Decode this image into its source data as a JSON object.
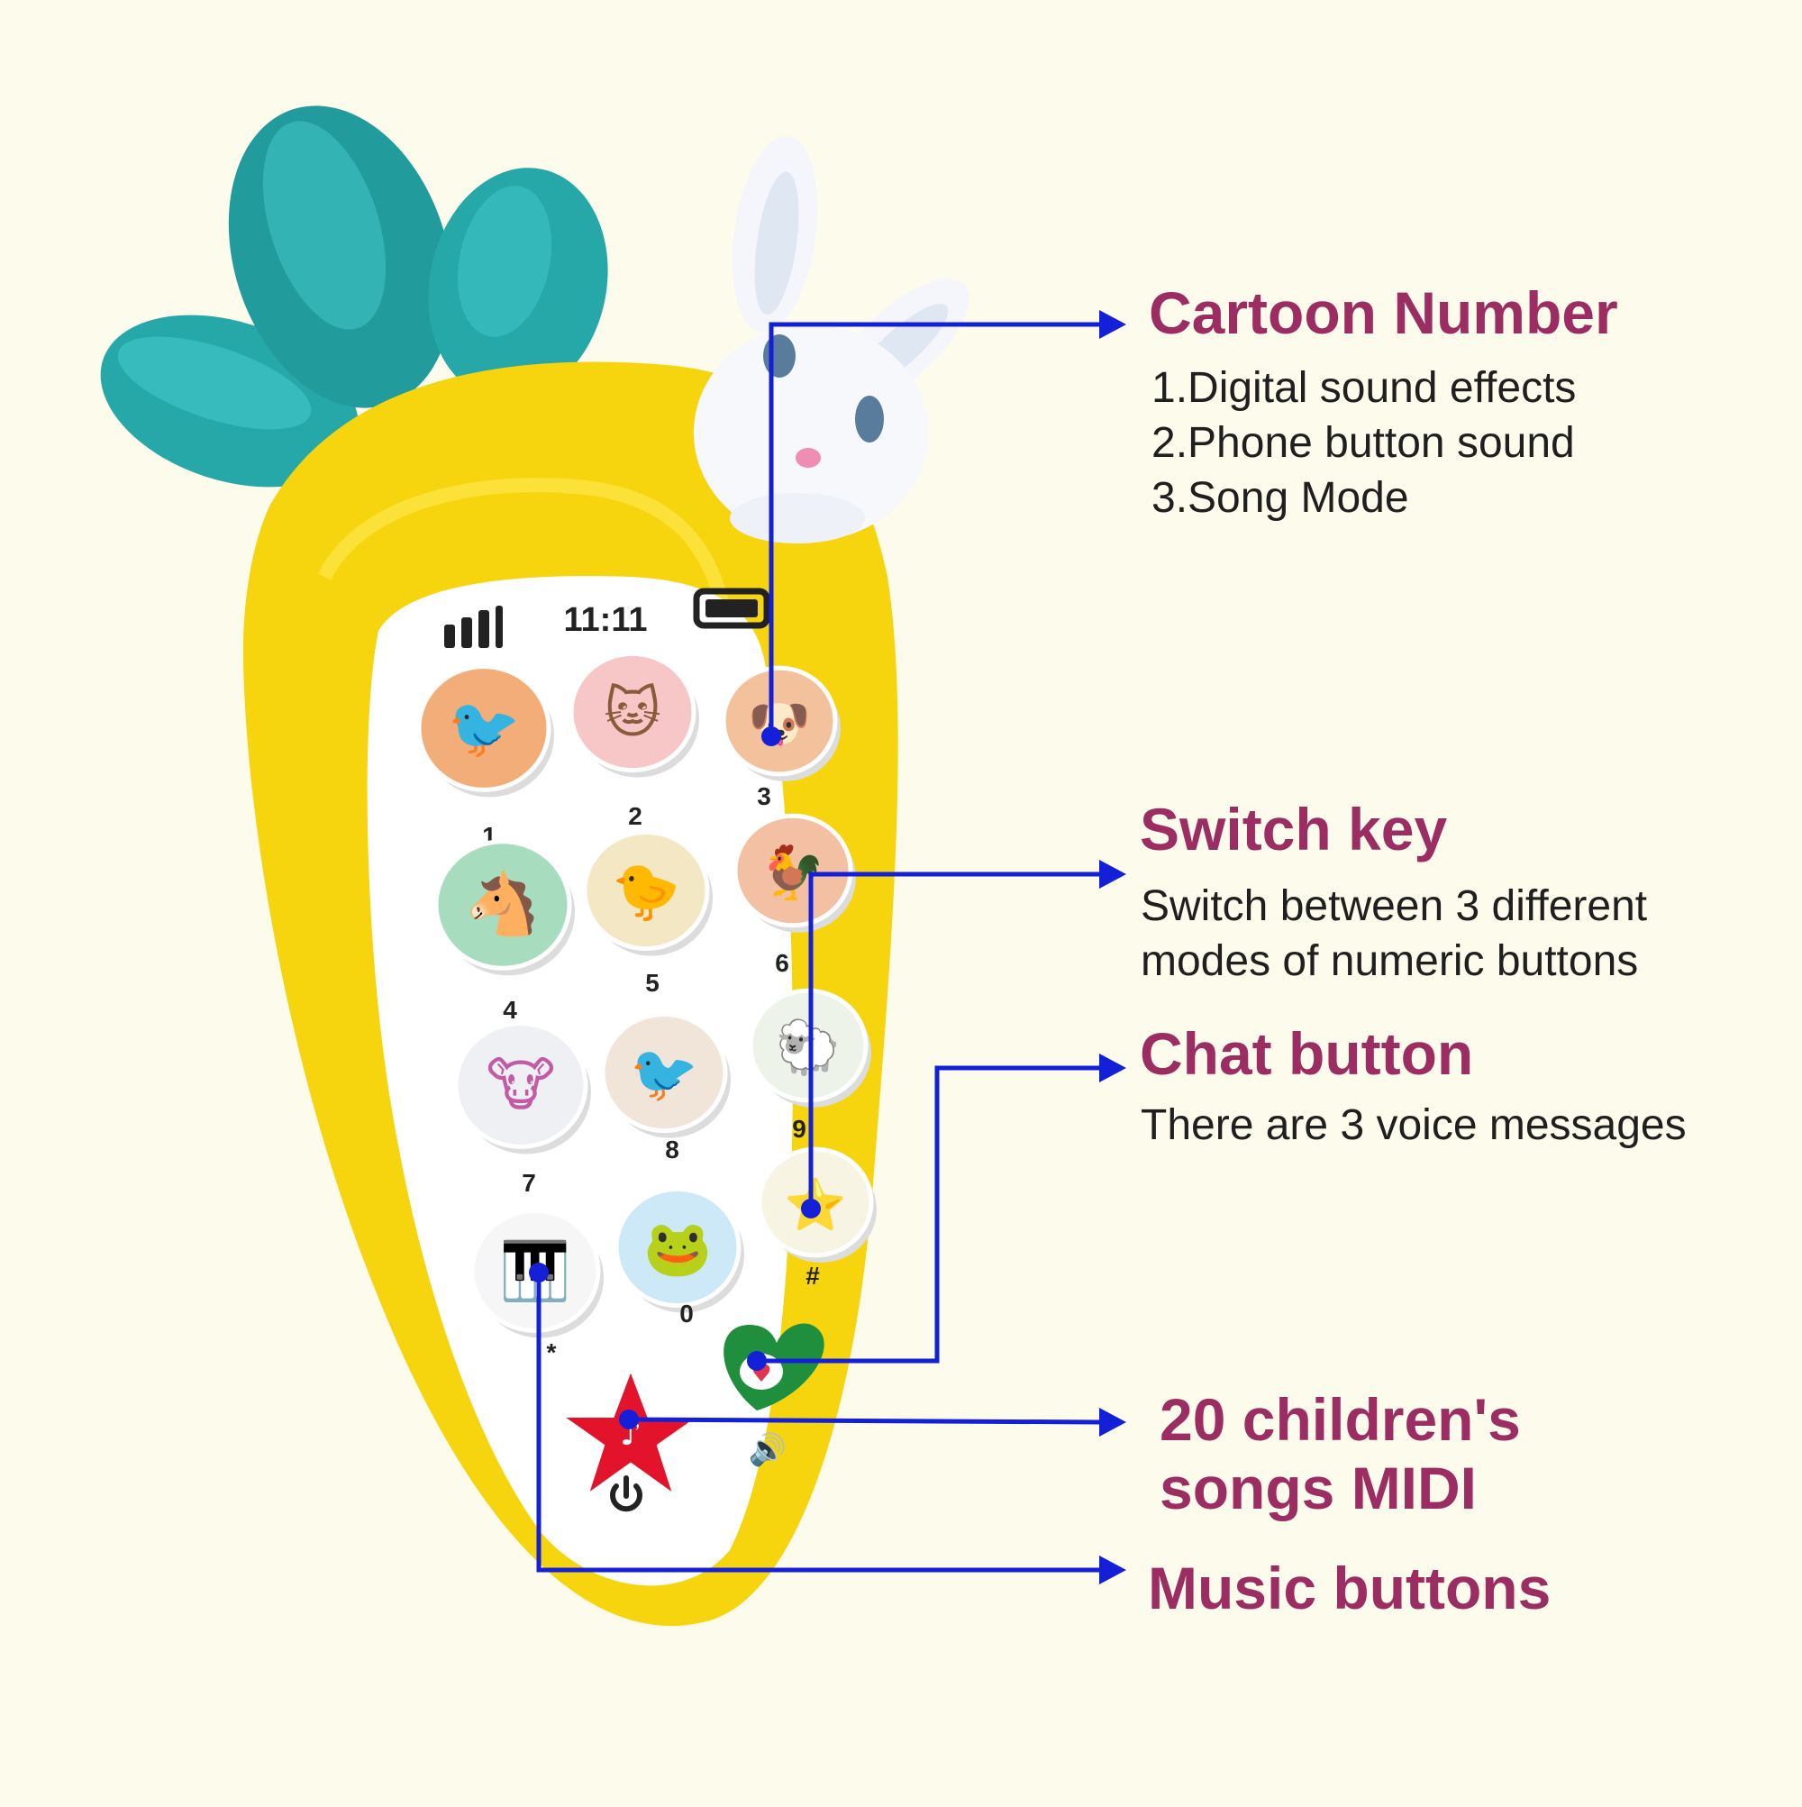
{
  "colors": {
    "background": "#fdfbeb",
    "accent_title": "#9c2d63",
    "leader_line": "#1320d8",
    "carrot_yellow": "#f6d40e",
    "leaf_teal": "#27a8a8",
    "panel_white": "#ffffff"
  },
  "status_bar": {
    "time": "11:11",
    "signal_icon": "signal-bars-icon",
    "battery_icon": "battery-icon"
  },
  "keypad": [
    {
      "label": "1",
      "icon": "bird-icon"
    },
    {
      "label": "2",
      "icon": "cat-icon"
    },
    {
      "label": "3",
      "icon": "dog-icon"
    },
    {
      "label": "4",
      "icon": "horse-icon"
    },
    {
      "label": "5",
      "icon": "chick-icon"
    },
    {
      "label": "6",
      "icon": "rooster-icon"
    },
    {
      "label": "7",
      "icon": "cow-icon"
    },
    {
      "label": "8",
      "icon": "crow-icon"
    },
    {
      "label": "9",
      "icon": "sheep-icon"
    },
    {
      "label": "*",
      "icon": "piano-keys-icon"
    },
    {
      "label": "0",
      "icon": "frog-icon"
    },
    {
      "label": "#",
      "icon": "star-face-icon"
    }
  ],
  "function_keys": {
    "power_icon": "power-icon",
    "volume_icon": "speaker-icon",
    "star_button_icon": "music-star-icon",
    "heart_button_icon": "heart-icon"
  },
  "callouts": {
    "cartoon_number": {
      "title": "Cartoon Number",
      "lines": [
        "1.Digital sound effects",
        "2.Phone button sound",
        "3.Song Mode"
      ]
    },
    "switch_key": {
      "title": "Switch key",
      "lines": [
        "Switch between 3 different",
        "modes of numeric buttons"
      ]
    },
    "chat_button": {
      "title": "Chat button",
      "lines": [
        "There are 3 voice messages"
      ]
    },
    "children_songs": {
      "title_lines": [
        "20 children's",
        "songs MIDI"
      ]
    },
    "music_buttons": {
      "title": "Music buttons"
    }
  }
}
